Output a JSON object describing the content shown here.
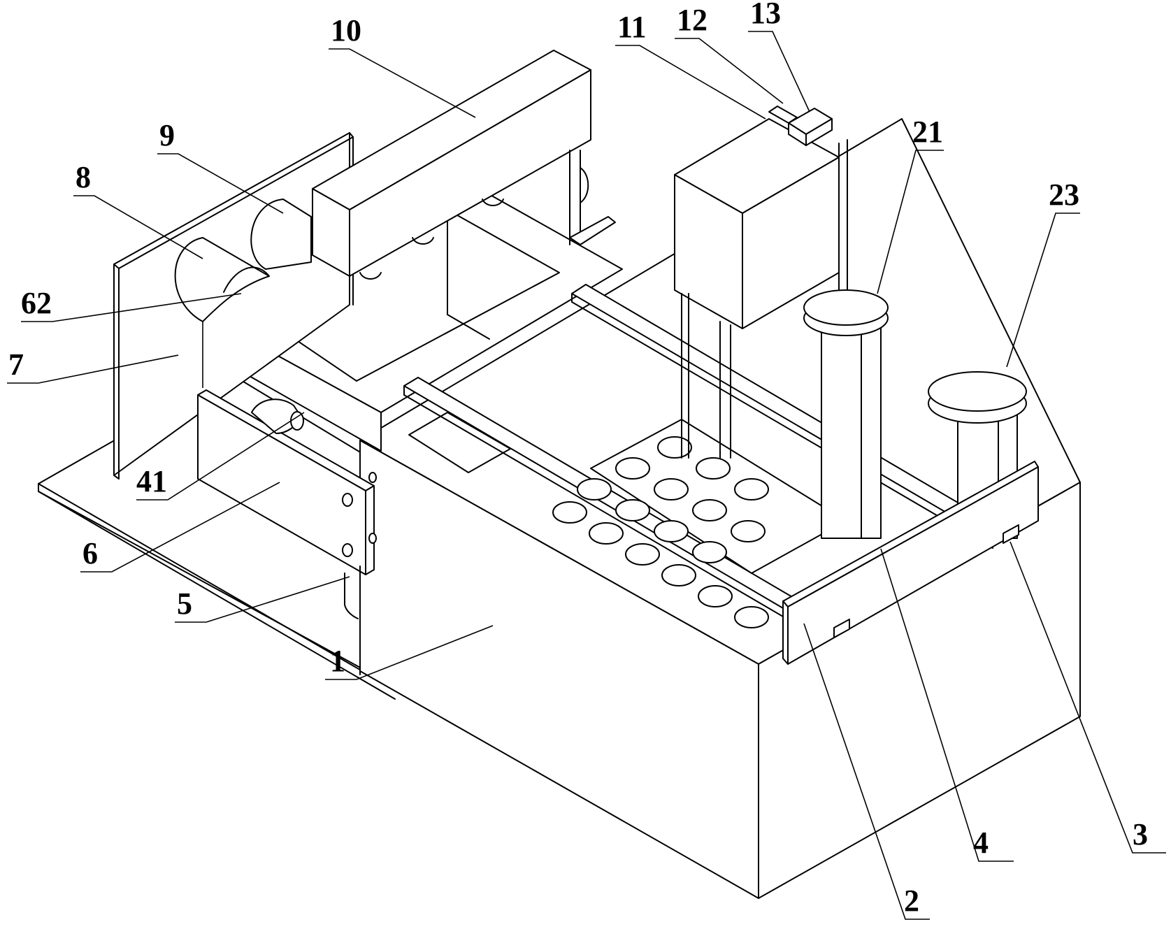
{
  "figure": {
    "type": "patent isometric line drawing",
    "background_color": "#ffffff",
    "line_color": "#000000"
  },
  "labels": [
    {
      "id": "1",
      "text": "1"
    },
    {
      "id": "2",
      "text": "2"
    },
    {
      "id": "3",
      "text": "3"
    },
    {
      "id": "4",
      "text": "4"
    },
    {
      "id": "5",
      "text": "5"
    },
    {
      "id": "6",
      "text": "6"
    },
    {
      "id": "7",
      "text": "7"
    },
    {
      "id": "8",
      "text": "8"
    },
    {
      "id": "9",
      "text": "9"
    },
    {
      "id": "10",
      "text": "10"
    },
    {
      "id": "11",
      "text": "11"
    },
    {
      "id": "12",
      "text": "12"
    },
    {
      "id": "13",
      "text": "13"
    },
    {
      "id": "21",
      "text": "21"
    },
    {
      "id": "23",
      "text": "23"
    },
    {
      "id": "41",
      "text": "41"
    },
    {
      "id": "62",
      "text": "62"
    }
  ]
}
